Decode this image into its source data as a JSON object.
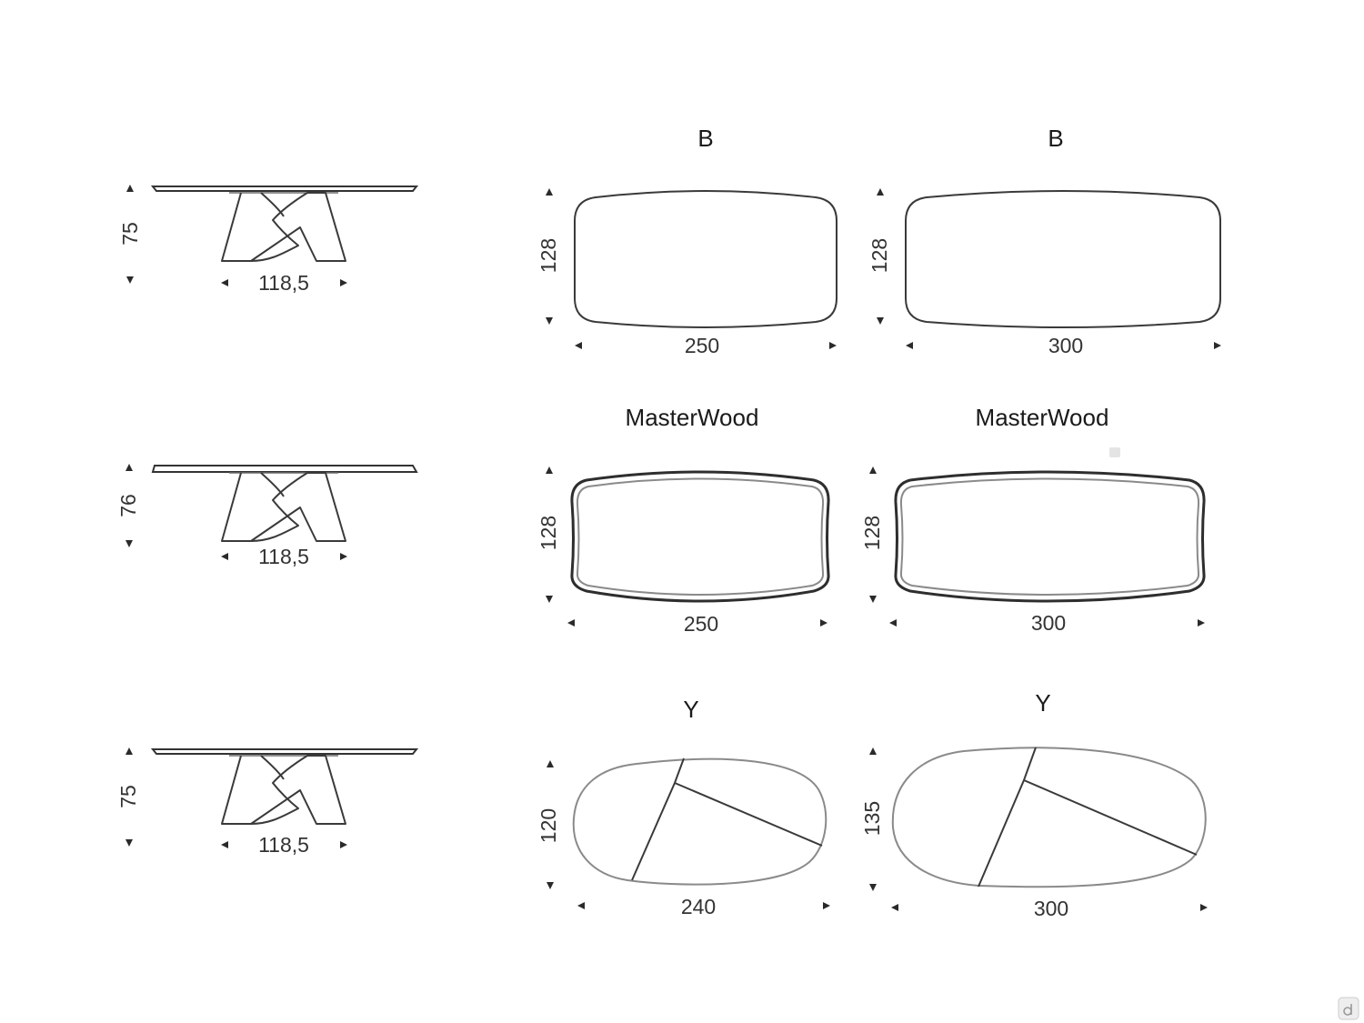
{
  "side_views": [
    {
      "height": "75",
      "width": "118,5"
    },
    {
      "height": "76",
      "width": "118,5"
    },
    {
      "height": "75",
      "width": "118,5"
    }
  ],
  "top_views": [
    {
      "title": "B",
      "depth": "128",
      "length": "250"
    },
    {
      "title": "B",
      "depth": "128",
      "length": "300"
    },
    {
      "title": "MasterWood",
      "depth": "128",
      "length": "250"
    },
    {
      "title": "MasterWood",
      "depth": "128",
      "length": "300"
    },
    {
      "title": "Y",
      "depth": "120",
      "length": "240"
    },
    {
      "title": "Y",
      "depth": "135",
      "length": "300"
    }
  ],
  "icons": {
    "watermark": "d-logo-icon",
    "faint_mark": "faint-square-icon"
  }
}
